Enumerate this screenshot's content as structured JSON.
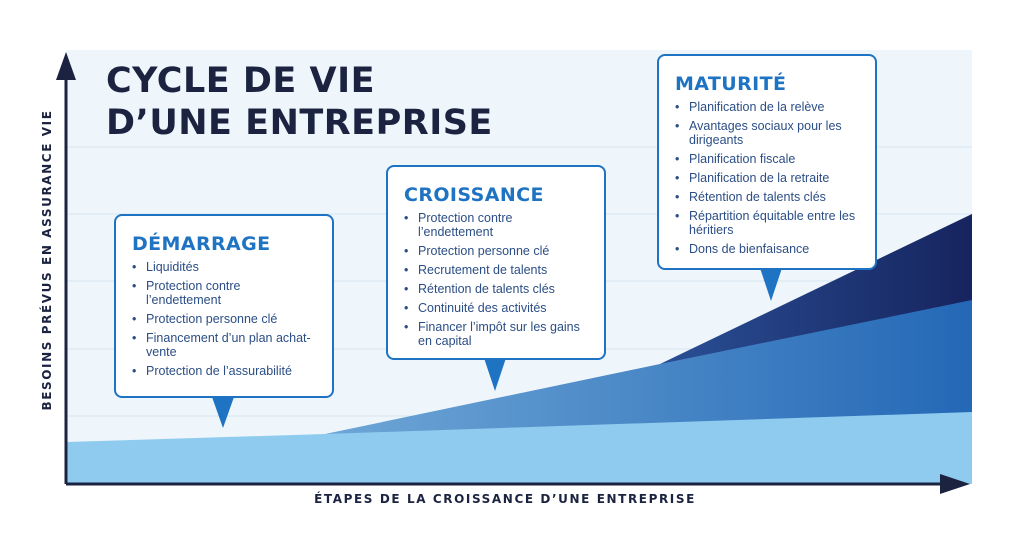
{
  "title": {
    "line1": "CYCLE DE VIE",
    "line2": "D’UNE ENTREPRISE"
  },
  "y_axis_label": "BESOINS PRÉVUS EN ASSURANCE VIE",
  "x_axis_label": "ÉTAPES DE LA CROISSANCE D’UNE ENTREPRISE",
  "colors": {
    "dark_navy": "#1b2340",
    "accent_blue": "#1f73c3",
    "light_blue": "#8ecbee",
    "mid_blue": "#2a6cb8",
    "deep_blue": "#1c2f70",
    "background": "#eef6fc"
  },
  "stages": [
    {
      "id": "demarrage",
      "title": "DÉMARRAGE",
      "items": [
        "Liquidités",
        "Protection contre l’endettement",
        "Protection personne clé",
        "Financement d’un plan achat-vente",
        "Protection de l’assurabilité"
      ]
    },
    {
      "id": "croissance",
      "title": "CROISSANCE",
      "items": [
        "Protection contre l’endettement",
        "Protection personne clé",
        "Recrutement de talents",
        "Rétention de talents clés",
        "Continuité des activités",
        "Financer l’impôt sur les gains en capital"
      ]
    },
    {
      "id": "maturite",
      "title": "MATURITÉ",
      "items": [
        "Planification de la relève",
        "Avantages sociaux pour les dirigeants",
        "Planification fiscale",
        "Planification de la retraite",
        "Rétention de talents clés",
        "Répartition équitable entre les héritiers",
        "Dons de bienfaisance"
      ]
    }
  ]
}
